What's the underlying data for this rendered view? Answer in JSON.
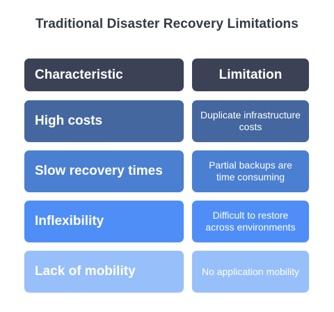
{
  "title": "Traditional Disaster Recovery Limitations",
  "header": {
    "characteristic": "Characteristic",
    "limitation": "Limitation"
  },
  "rows": [
    {
      "characteristic": "High costs",
      "limitation": "Duplicate infrastructure costs"
    },
    {
      "characteristic": "Slow recovery times",
      "limitation": "Partial backups are time consuming"
    },
    {
      "characteristic": "Inflexibility",
      "limitation": "Difficult to restore across environments"
    },
    {
      "characteristic": "Lack of mobility",
      "limitation": "No application mobility"
    }
  ],
  "colors": {
    "header": "#3b4256",
    "row1": "#44679f",
    "row2": "#4a7fd1",
    "row3": "#4f8ef7",
    "row4": "#97bff9",
    "title": "#333a45"
  }
}
